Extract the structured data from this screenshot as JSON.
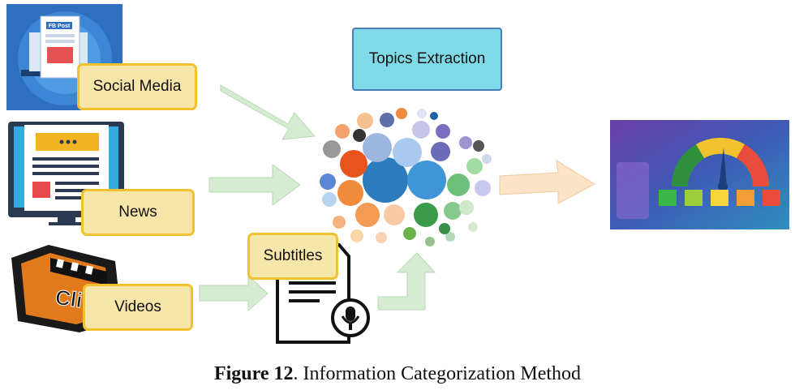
{
  "inputs": {
    "social_media": "Social Media",
    "news": "News",
    "videos": "Videos",
    "subtitles": "Subtitles"
  },
  "social_icon_text": "FB Post",
  "topics_extraction": "Topics Extraction",
  "video_icon_text": "Cli",
  "caption": {
    "label": "Figure 12",
    "text": ". Information Categorization Method"
  },
  "colors": {
    "label_fill": "#f7e6a9",
    "label_border": "#f2c12e",
    "topics_fill": "#7fd9e6",
    "arrow_green": "#cfe8cc",
    "arrow_orange": "#fbe0c2"
  },
  "icons": [
    "newspaper-post-icon",
    "news-monitor-icon",
    "video-clapperboard-icon",
    "document-audio-icon",
    "bubble-chart-icon",
    "sentiment-gauge-icon"
  ]
}
